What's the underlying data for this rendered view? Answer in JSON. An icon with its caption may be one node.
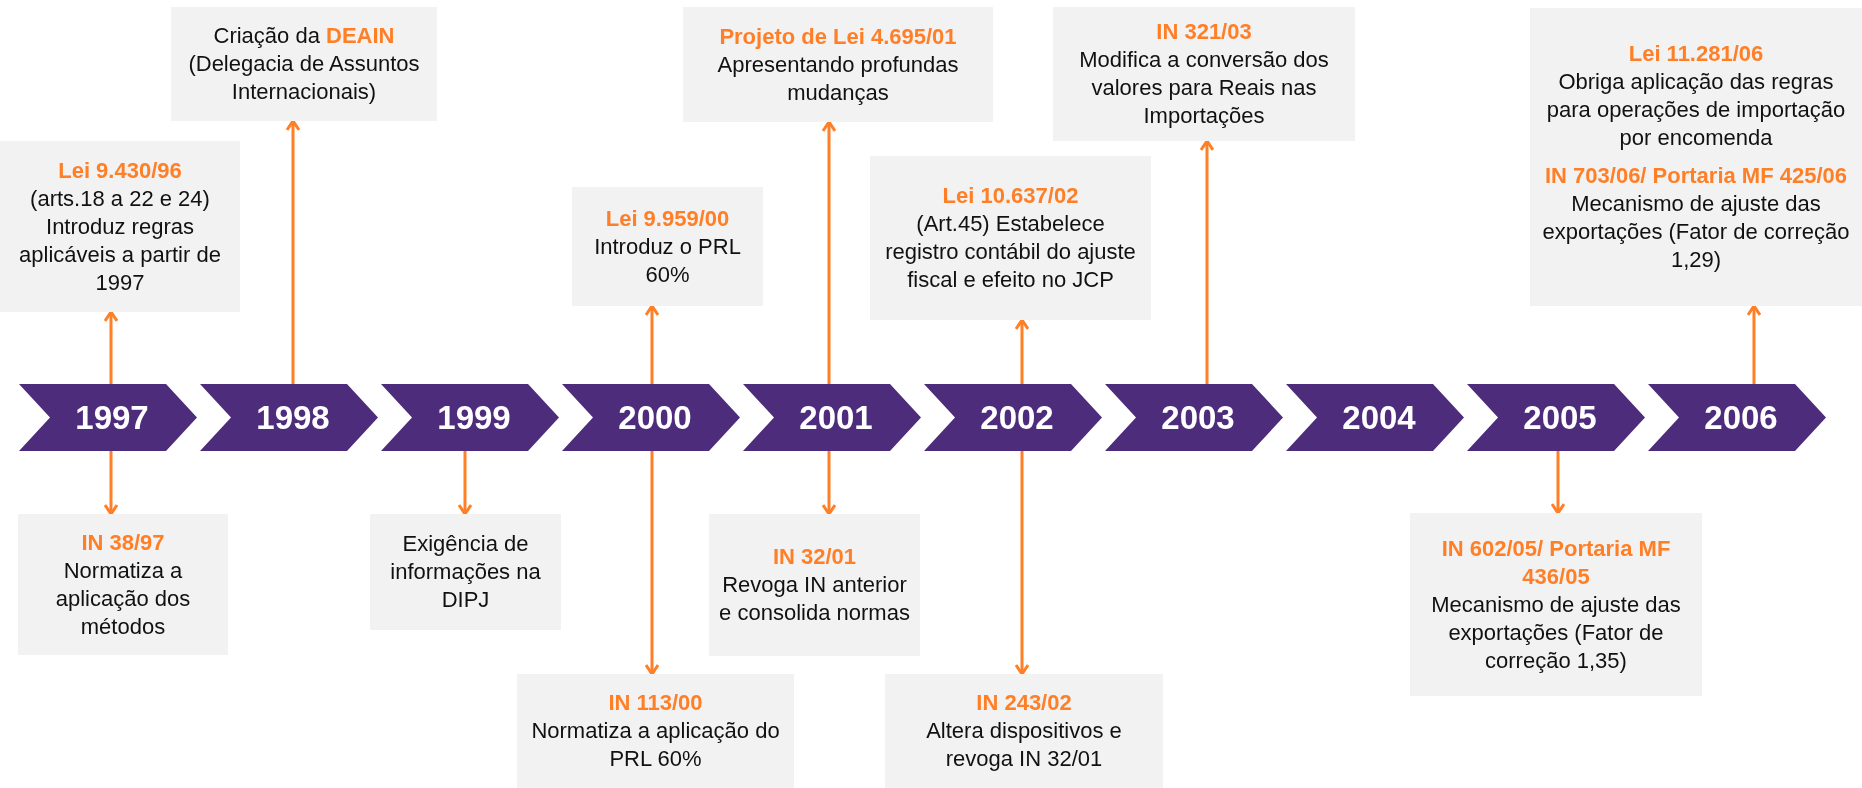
{
  "diagram": {
    "nodes": [
      {
        "text": [
          "1997"
        ]
      },
      {
        "text": [
          "1998"
        ]
      },
      {
        "text": [
          "1999"
        ]
      },
      {
        "text": [
          "2000"
        ]
      },
      {
        "text": [
          "2001"
        ]
      },
      {
        "text": [
          "2002"
        ]
      },
      {
        "text": [
          "2003"
        ]
      },
      {
        "text": [
          "2004"
        ]
      },
      {
        "text": [
          "2005"
        ]
      },
      {
        "text": [
          "2006"
        ]
      },
      {
        "text": [
          "Lei 9.430/96",
          "(arts.18 a 22 e 24) Introduz regras aplicáveis a partir de 1997"
        ]
      },
      {
        "text": [
          "IN 38/97",
          "Normatiza a aplicação dos métodos"
        ]
      },
      {
        "text": [
          "Criação da **DEAIN**",
          "(Delegacia de Assuntos Internacionais)"
        ]
      },
      {
        "text": [
          "Exigência de informações na DIPJ"
        ]
      },
      {
        "text": [
          "Lei 9.959/00",
          "Introduz o PRL 60%"
        ]
      },
      {
        "text": [
          "IN 113/00",
          "Normatiza a aplicação do PRL 60%"
        ]
      },
      {
        "text": [
          "Projeto de Lei 4.695/01",
          "Apresentando profundas mudanças"
        ]
      },
      {
        "text": [
          "IN 32/01",
          "Revoga IN anterior e consolida normas"
        ]
      },
      {
        "text": [
          "Lei 10.637/02",
          "(Art.45) Estabelece registro contábil do ajuste fiscal e efeito no JCP"
        ]
      },
      {
        "text": [
          "IN 243/02",
          "Altera dispositivos e revoga IN 32/01"
        ]
      },
      {
        "text": [
          "IN 321/03",
          "Modifica a conversão dos valores para Reais nas Importações"
        ]
      },
      {
        "text": [
          "IN 602/05/ Portaria MF 436/05",
          "Mecanismo de ajuste das exportações (Fator de correção 1,35)"
        ]
      },
      {
        "text": [
          "Lei 11.281/06",
          "Obriga aplicação das regras para operações de importação por encomenda",
          "IN 703/06/ Portaria MF 425/06",
          "Mecanismo de ajuste das exportações (Fator de correção 1,29)"
        ]
      }
    ],
    "edges": [
      {
        "from": 0,
        "to": 10,
        "arrow": "to"
      },
      {
        "from": 0,
        "to": 11,
        "arrow": "to"
      },
      {
        "from": 1,
        "to": 12,
        "arrow": "to"
      },
      {
        "from": 2,
        "to": 13,
        "arrow": "to"
      },
      {
        "from": 3,
        "to": 14,
        "arrow": "to"
      },
      {
        "from": 3,
        "to": 15,
        "arrow": "to"
      },
      {
        "from": 4,
        "to": 16,
        "arrow": "to"
      },
      {
        "from": 4,
        "to": 17,
        "arrow": "to"
      },
      {
        "from": 5,
        "to": 18,
        "arrow": "to"
      },
      {
        "from": 5,
        "to": 19,
        "arrow": "to"
      },
      {
        "from": 6,
        "to": 20,
        "arrow": "to"
      },
      {
        "from": 8,
        "to": 21,
        "arrow": "to"
      },
      {
        "from": 9,
        "to": 22,
        "arrow": "to"
      }
    ]
  }
}
